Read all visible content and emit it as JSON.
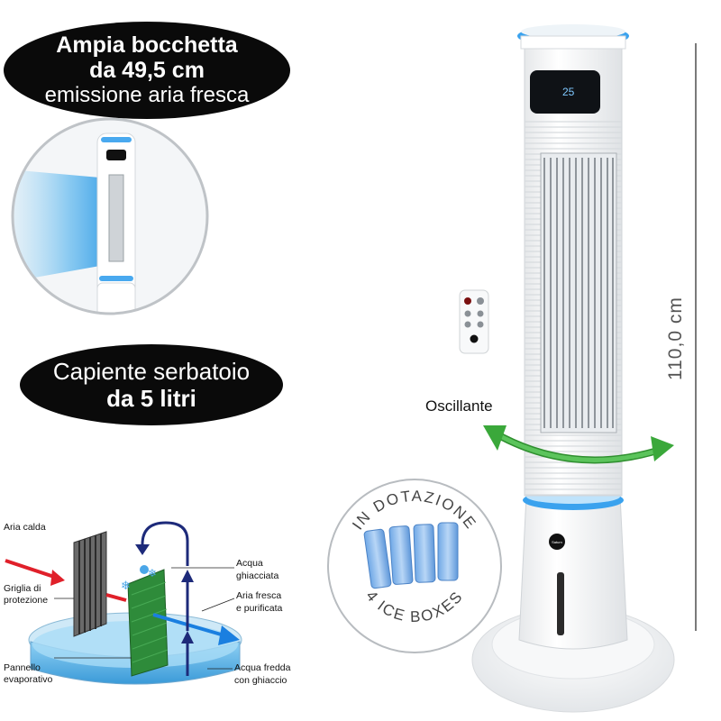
{
  "badges": {
    "nozzle": {
      "line1": "Ampia bocchetta",
      "line2": "da 49,5 cm",
      "line3": "emissione aria fresca"
    },
    "tank": {
      "line1": "Capiente serbatoio",
      "line2": "da 5 litri"
    }
  },
  "product": {
    "height_label": "110,0 cm",
    "oscillation_label": "Oscillante",
    "display_value": "25",
    "logo_text": "Saturn",
    "ice_badge": {
      "top_text": "IN DOTAZIONE",
      "bottom_text": "4 ICE BOXES"
    }
  },
  "diagram": {
    "hot_air": "Aria calda",
    "grid_line1": "Griglia di",
    "grid_line2": "protezione",
    "panel_line1": "Pannello",
    "panel_line2": "evaporativo",
    "ice_water_line1": "Acqua",
    "ice_water_line2": "ghiacciata",
    "fresh_air_line1": "Aria fresca",
    "fresh_air_line2": "e purificata",
    "cold_water_line1": "Acqua fredda",
    "cold_water_line2": "con ghiaccio"
  },
  "colors": {
    "accent_blue": "#1a7fe0",
    "badge_bg": "#0a0a0a",
    "arrow_red": "#e0202a",
    "arrow_green": "#3aa83a",
    "panel_green": "#2e8b3a"
  }
}
